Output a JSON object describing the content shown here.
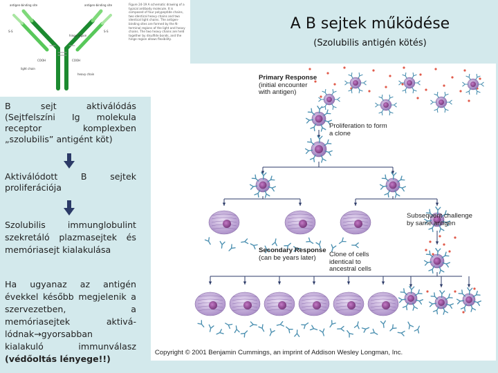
{
  "title": "A B sejtek működése",
  "subtitle": "(Szolubilis antigén kötés)",
  "left_column": {
    "para1": {
      "line1": "B sejt aktiválódás",
      "line2": "(Sejtfelszíni Ig molekula",
      "line3": "receptor komplexben",
      "line4": "„szolubilis” antigént köt)"
    },
    "para2": {
      "line1": "Aktiválódott B sejtek",
      "line2": "proliferációja"
    },
    "para3": {
      "line1": "Szolubilis immunglobulint",
      "line2": "szekretáló plazmasejtek és",
      "line3": "memóriasejt kialakulása"
    },
    "para4": {
      "line1": "Ha ugyanaz az antigén",
      "line2": "évekkel később megjelenik a",
      "line3": "szervezetben, a",
      "line4": "memóriasejtek aktivá-",
      "line5": "lódnak→gyorsabban",
      "line6": "kialakuló immunválasz",
      "line7": "(védőoltás lényege!!)"
    }
  },
  "antibody_figure": {
    "label_antigen_binding_left": "antigen-binding site",
    "label_antigen_binding_right": "antigen-binding site",
    "label_hinge": "hinge region",
    "label_light_chain": "light chain",
    "label_heavy_chain": "heavy chain",
    "label_ss_left": "S-S",
    "label_ss_right": "S-S",
    "label_cooh_left": "COOH",
    "label_cooh_right": "COOH",
    "caption": "Figure 24-19 A schematic drawing of a typical antibody molecule. It is composed of four polypeptide chains, two identical heavy chains and two identical light chains. The antigen-binding sites are formed by the N-terminal regions of the light and heavy chains. The two heavy chains are held together by disulfide bonds, and the hinge region allows flexibility."
  },
  "diagram": {
    "primary_response_title": "Primary Response",
    "primary_response_sub1": "(initial encounter",
    "primary_response_sub2": "with antigen)",
    "proliferation1": "Proliferation to form",
    "proliferation2": "a clone",
    "subsequent1": "Subsequent challenge",
    "subsequent2": "by same antigen",
    "secondary_response_title": "Secondary Response",
    "secondary_response_sub": "(can be years later)",
    "clone1": "Clone of cells",
    "clone2": "identical to",
    "clone3": "ancestral cells",
    "copyright": "Copyright © 2001 Benjamin Cummings, an imprint of Addison Wesley Longman, Inc."
  },
  "colors": {
    "background": "#d3e9ec",
    "cell": "#a889c4",
    "nucleus": "#8a4a8c",
    "antigen": "#e05a4a",
    "antibody": "#4a8fb0",
    "arrow": "#2b3a67",
    "antibody_chain": "#22a33a"
  }
}
